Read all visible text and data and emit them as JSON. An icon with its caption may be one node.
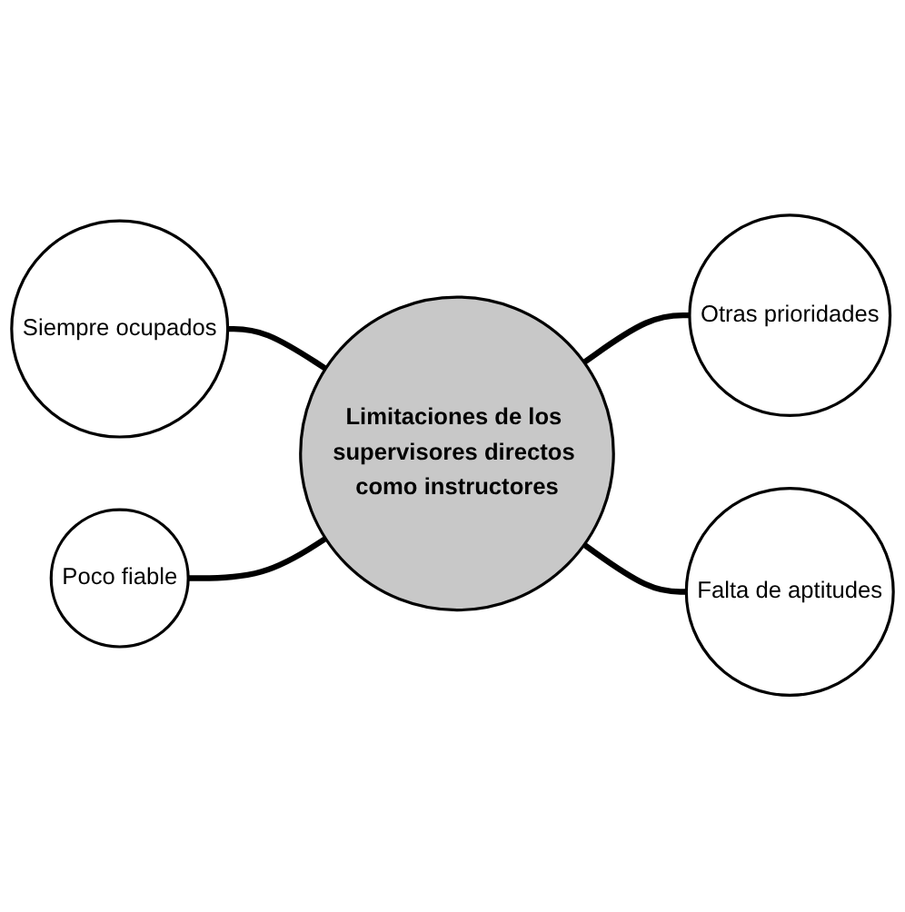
{
  "diagram": {
    "nodes": [
      {
        "text": [
          "Siempre ocupados"
        ]
      },
      {
        "text": [
          "Poco fiable"
        ]
      },
      {
        "text": [
          "Limitaciones de los supervisores directos como instructores"
        ]
      },
      {
        "text": [
          "Otras prioridades"
        ]
      },
      {
        "text": [
          "Falta de aptitudes"
        ]
      }
    ],
    "edges": [
      {
        "from": 0,
        "to": 2,
        "arrow": "none"
      },
      {
        "from": 1,
        "to": 2,
        "arrow": "none"
      },
      {
        "from": 2,
        "to": 3,
        "arrow": "none"
      },
      {
        "from": 2,
        "to": 4,
        "arrow": "none"
      }
    ]
  }
}
